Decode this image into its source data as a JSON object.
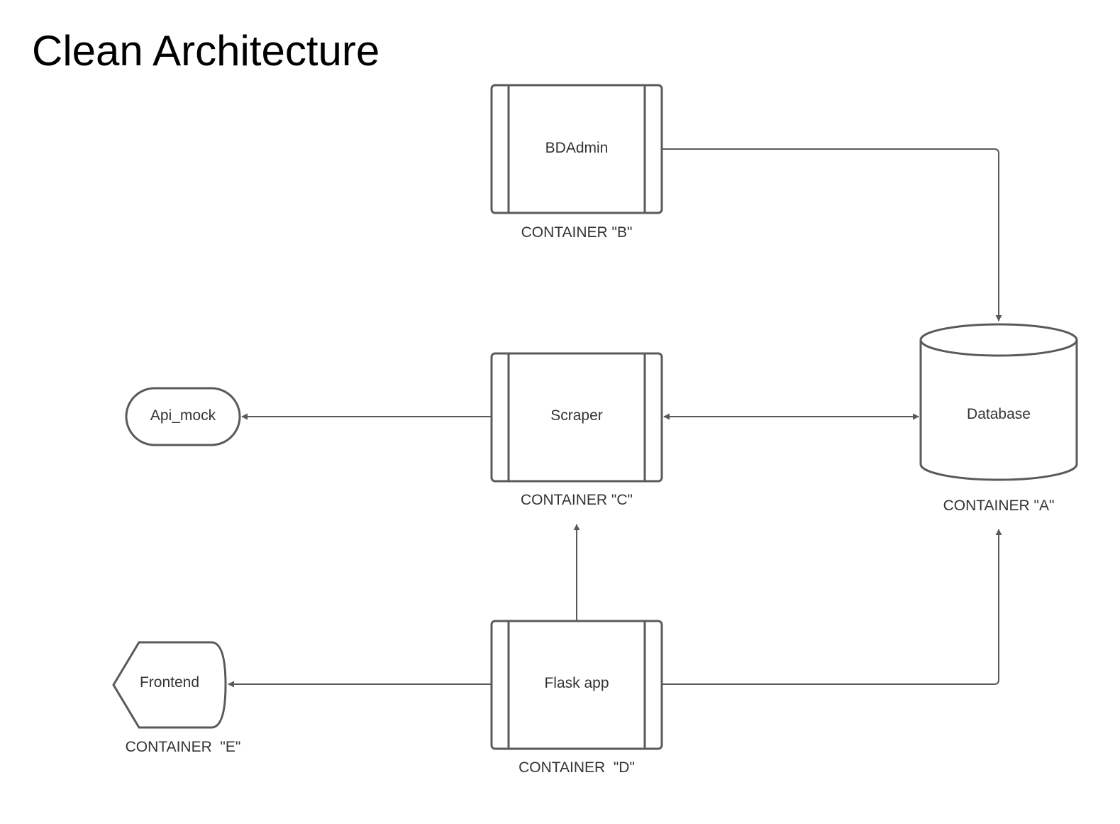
{
  "title": "Clean Architecture",
  "colors": {
    "stroke": "#5a5a5a",
    "text": "#333333",
    "title": "#000000",
    "background": "#ffffff"
  },
  "nodes": {
    "bdadmin": {
      "label": "BDAdmin",
      "caption": "CONTAINER \"B\"",
      "shape": "process"
    },
    "scraper": {
      "label": "Scraper",
      "caption": "CONTAINER \"C\"",
      "shape": "process"
    },
    "flask": {
      "label": "Flask app",
      "caption": "CONTAINER  \"D\"",
      "shape": "process"
    },
    "database": {
      "label": "Database",
      "caption": "CONTAINER \"A\"",
      "shape": "cylinder"
    },
    "api_mock": {
      "label": "Api_mock",
      "caption": "",
      "shape": "terminator"
    },
    "frontend": {
      "label": "Frontend",
      "caption": "CONTAINER  \"E\"",
      "shape": "display"
    }
  },
  "edges": [
    {
      "from": "bdadmin",
      "to": "database",
      "direction": "forward"
    },
    {
      "from": "scraper",
      "to": "api_mock",
      "direction": "forward"
    },
    {
      "from": "scraper",
      "to": "database",
      "direction": "both"
    },
    {
      "from": "flask",
      "to": "scraper",
      "direction": "forward"
    },
    {
      "from": "flask",
      "to": "frontend",
      "direction": "forward"
    },
    {
      "from": "flask",
      "to": "database",
      "direction": "forward"
    }
  ]
}
